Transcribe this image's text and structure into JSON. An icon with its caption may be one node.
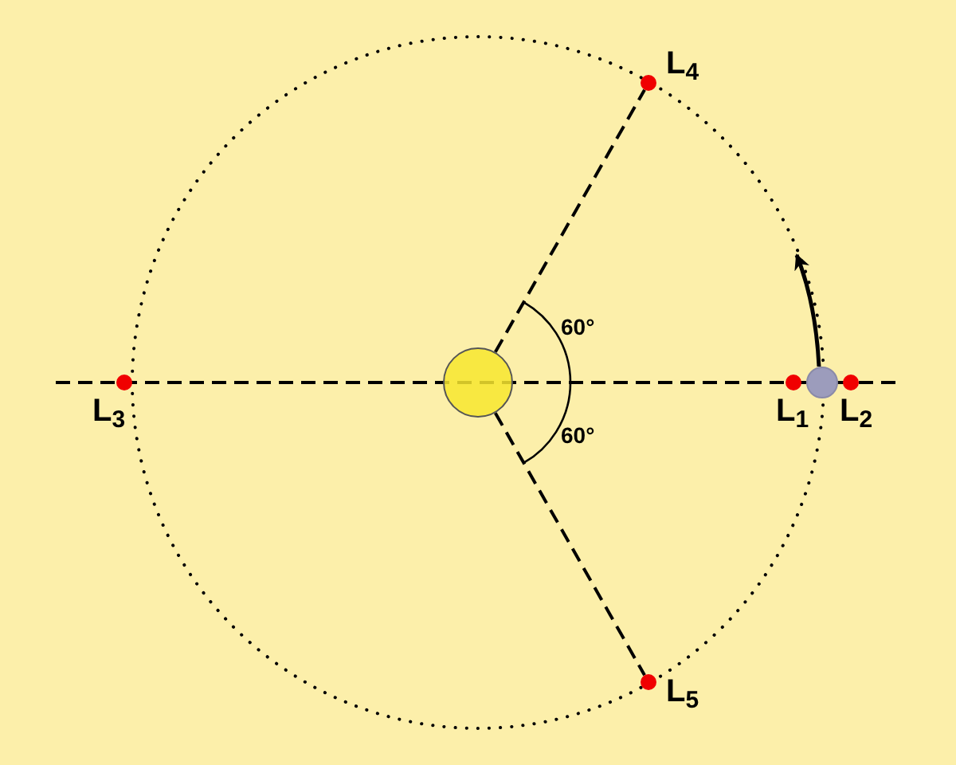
{
  "diagram": {
    "nodes": [
      {
        "text": [],
        "shape": "circle"
      },
      {
        "text": [],
        "shape": "circle"
      },
      {
        "text": [
          "L$_{1}$"
        ]
      },
      {
        "text": [
          "L$_{2}$"
        ]
      },
      {
        "text": [
          "L$_{3}$"
        ]
      },
      {
        "text": [
          "L$_{4}$"
        ]
      },
      {
        "text": [
          "L$_{5}$"
        ]
      }
    ],
    "edges": [
      {
        "from": 0,
        "to": 5,
        "arrow": "none",
        "style": "dashed"
      },
      {
        "from": 0,
        "to": 6,
        "arrow": "none",
        "style": "dashed"
      }
    ],
    "labels": [
      "60°",
      "60°"
    ]
  }
}
